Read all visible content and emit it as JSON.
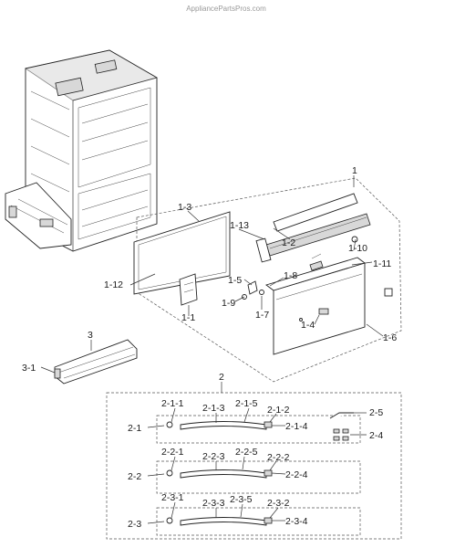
{
  "watermark": "AppliancePartsPros.com",
  "labels": {
    "l1": "1",
    "l1_3": "1-3",
    "l1_13": "1-13",
    "l1_2": "1-2",
    "l1_10": "1-10",
    "l1_11": "1-11",
    "l1_5": "1-5",
    "l1_8": "1-8",
    "l1_12": "1-12",
    "l1_9": "1-9",
    "l1_7": "1-7",
    "l1_1": "1-1",
    "l1_4": "1-4",
    "l1_6": "1-6",
    "l3": "3",
    "l3_1": "3-1",
    "l2": "2",
    "l2_1_1": "2-1-1",
    "l2_1_3": "2-1-3",
    "l2_1_5": "2-1-5",
    "l2_1_2": "2-1-2",
    "l2_1": "2-1",
    "l2_1_4": "2-1-4",
    "l2_2_1": "2-2-1",
    "l2_2_3": "2-2-3",
    "l2_2_5": "2-2-5",
    "l2_2_2": "2-2-2",
    "l2_2": "2-2",
    "l2_2_4": "2-2-4",
    "l2_3_1": "2-3-1",
    "l2_3_3": "2-3-3",
    "l2_3_5": "2-3-5",
    "l2_3_2": "2-3-2",
    "l2_3": "2-3",
    "l2_3_4": "2-3-4",
    "l2_5": "2-5",
    "l2_4": "2-4"
  }
}
